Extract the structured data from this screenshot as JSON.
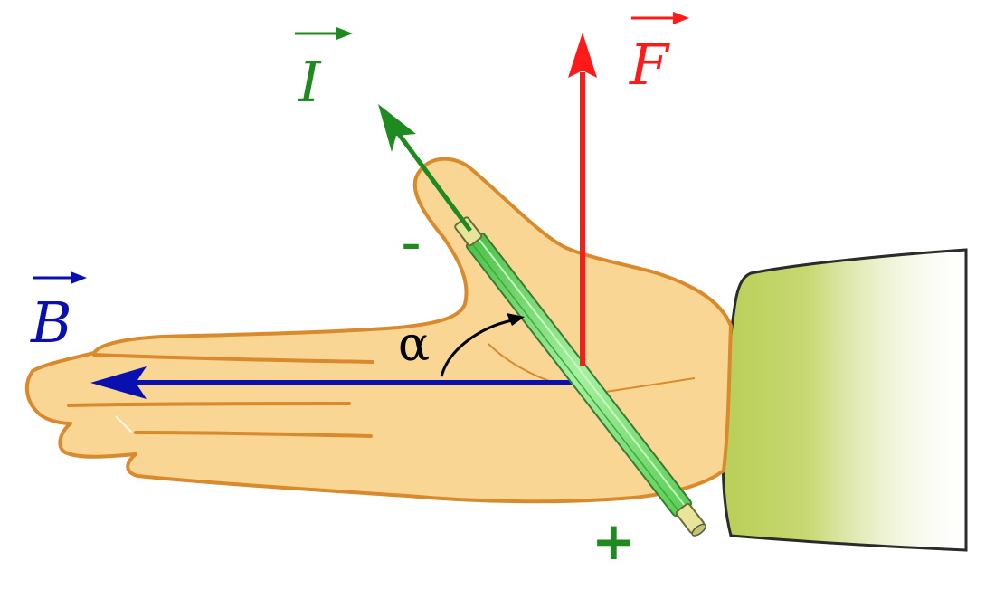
{
  "colors": {
    "current": "#1f8a1f",
    "force": "#ff1a1a",
    "field": "#0a10b0",
    "skin": "#fad695",
    "skin_outline": "#d98a2c",
    "sleeve": "#b9cf58",
    "wire": "#7ee07a",
    "wire_end": "#e8e49a",
    "angle": "#000000"
  },
  "labels": {
    "current": "I",
    "force": "F",
    "field": "B",
    "angle": "α",
    "minus": "–",
    "plus": "+"
  },
  "icons": {
    "hand": "hand-icon",
    "sleeve": "sleeve-icon",
    "conductor": "wire-conductor-icon"
  }
}
